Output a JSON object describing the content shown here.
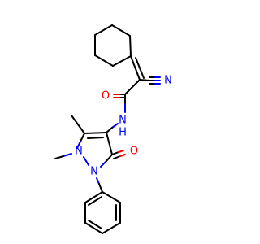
{
  "molecule": {
    "atoms": {
      "n_nitrile": "N",
      "o_amide": "O",
      "n_amide": "N",
      "h_amide": "H",
      "o_ring": "O",
      "n1": "N",
      "n2": "N"
    },
    "colors": {
      "bond": "#000000",
      "nitrogen": "#0000ff",
      "oxygen": "#ff0000"
    }
  }
}
